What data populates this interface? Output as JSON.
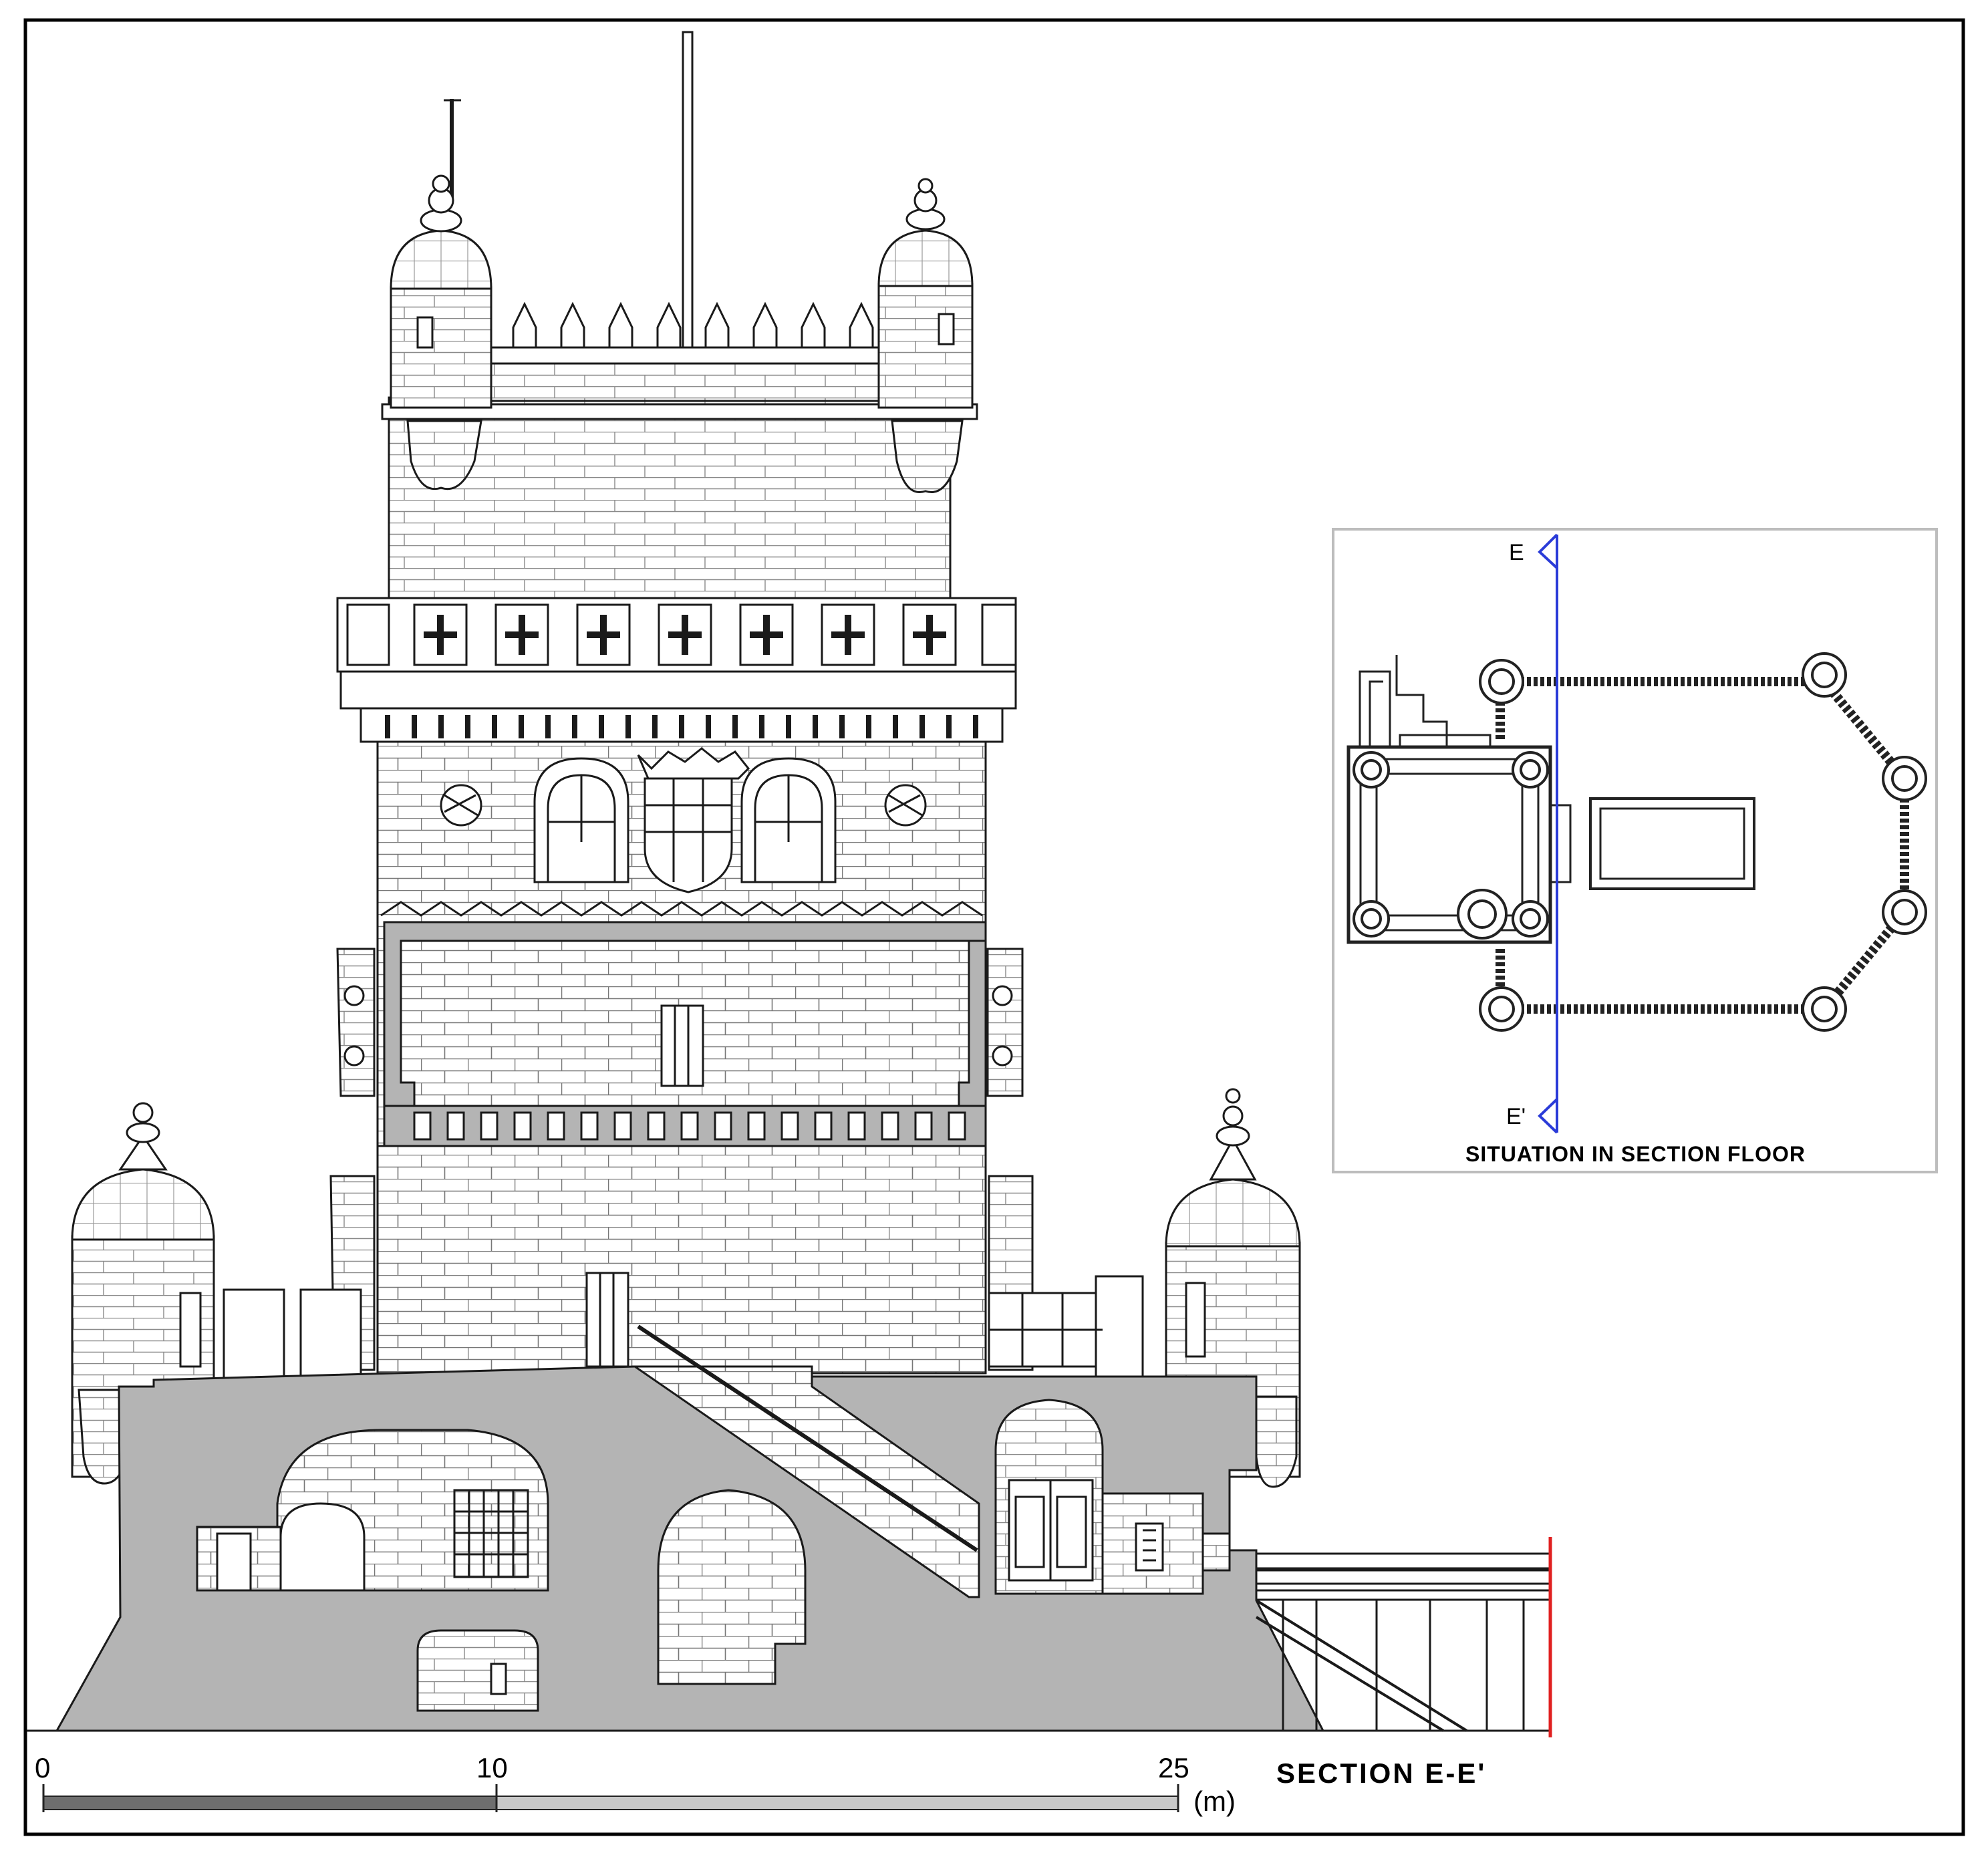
{
  "section": {
    "title": "SECTION E-E'"
  },
  "inset": {
    "caption": "SITUATION IN SECTION FLOOR",
    "marker_top": "E",
    "marker_bottom": "E'",
    "cut_line_color": "#2a3bd8"
  },
  "scale_bar": {
    "ticks": [
      "0",
      "10",
      "25"
    ],
    "unit": "(m)"
  },
  "colors": {
    "section_fill": "#b4b4b4",
    "line": "#1a1a1a",
    "frame": "#000000",
    "red_line": "#e02020",
    "inset_border": "#bdbdbd"
  }
}
